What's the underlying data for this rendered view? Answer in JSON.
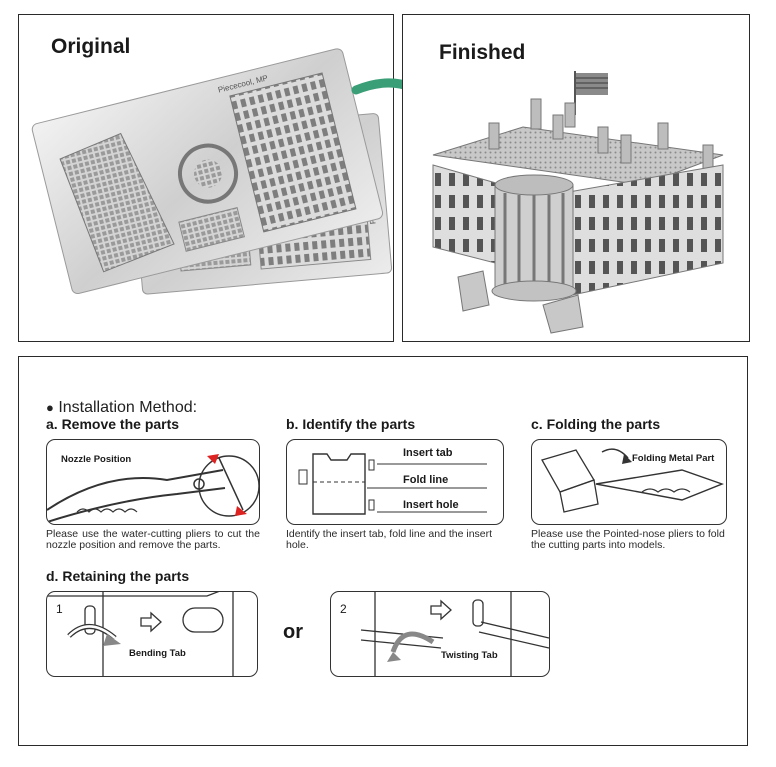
{
  "top": {
    "original_label": "Original",
    "finished_label": "Finished",
    "sheet_text": "Piececool, MP"
  },
  "install": {
    "header": "Installation Method:",
    "steps": [
      {
        "title": "a. Remove the parts",
        "label": "Nozzle Position",
        "caption": "Please use the water-cutting pliers to cut the nozzle position and remove the parts."
      },
      {
        "title": "b. Identify the parts",
        "labels": [
          "Insert tab",
          "Fold line",
          "Insert hole"
        ],
        "caption": "Identify the insert tab, fold line and the insert hole."
      },
      {
        "title": "c. Folding the parts",
        "label": "Folding Metal Part",
        "caption": "Please use the Pointed-nose pliers to fold the cutting parts into models."
      }
    ],
    "retaining": {
      "title": "d. Retaining the parts",
      "or_text": "or",
      "option1": {
        "number": "1",
        "label": "Bending Tab"
      },
      "option2": {
        "number": "2",
        "label": "Twisting Tab"
      }
    }
  },
  "colors": {
    "arrow_green": "#3a9e77",
    "frame": "#2a2a2a",
    "metal": "#b9b9b9"
  }
}
